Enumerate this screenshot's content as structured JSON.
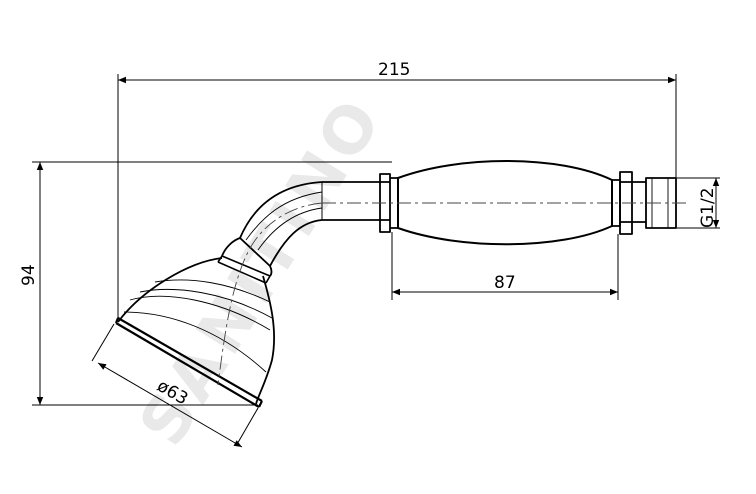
{
  "drawing": {
    "dimensions": {
      "overall_length": "215",
      "height": "94",
      "handle_length": "87",
      "head_diameter": "ø63",
      "thread": "G1/2"
    },
    "watermark": "SANITINO",
    "line_color": "#000000",
    "watermark_color": "#e9e9e9"
  }
}
